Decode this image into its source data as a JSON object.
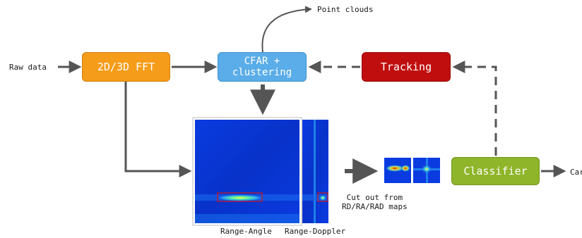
{
  "boxes": {
    "fft": "2D/3D FFT",
    "cfar_line1": "CFAR +",
    "cfar_line2": "clustering",
    "tracking": "Tracking",
    "classifier": "Classifier"
  },
  "labels": {
    "raw_data": "Raw data",
    "point_clouds": "Point clouds",
    "cut_out_line1": "Cut out from",
    "cut_out_line2": "RD/RA/RAD maps",
    "range_angle": "Range-Angle",
    "range_doppler": "Range-Doppler",
    "output_truncated": "Car"
  },
  "colors": {
    "fft": "#f59c1a",
    "cfar": "#5aade8",
    "tracking": "#c00e0e",
    "classifier": "#8fb52a",
    "arrow": "#555555",
    "heatmap_bg": "#0a2fd6",
    "roi_box": "#d11a1a"
  }
}
